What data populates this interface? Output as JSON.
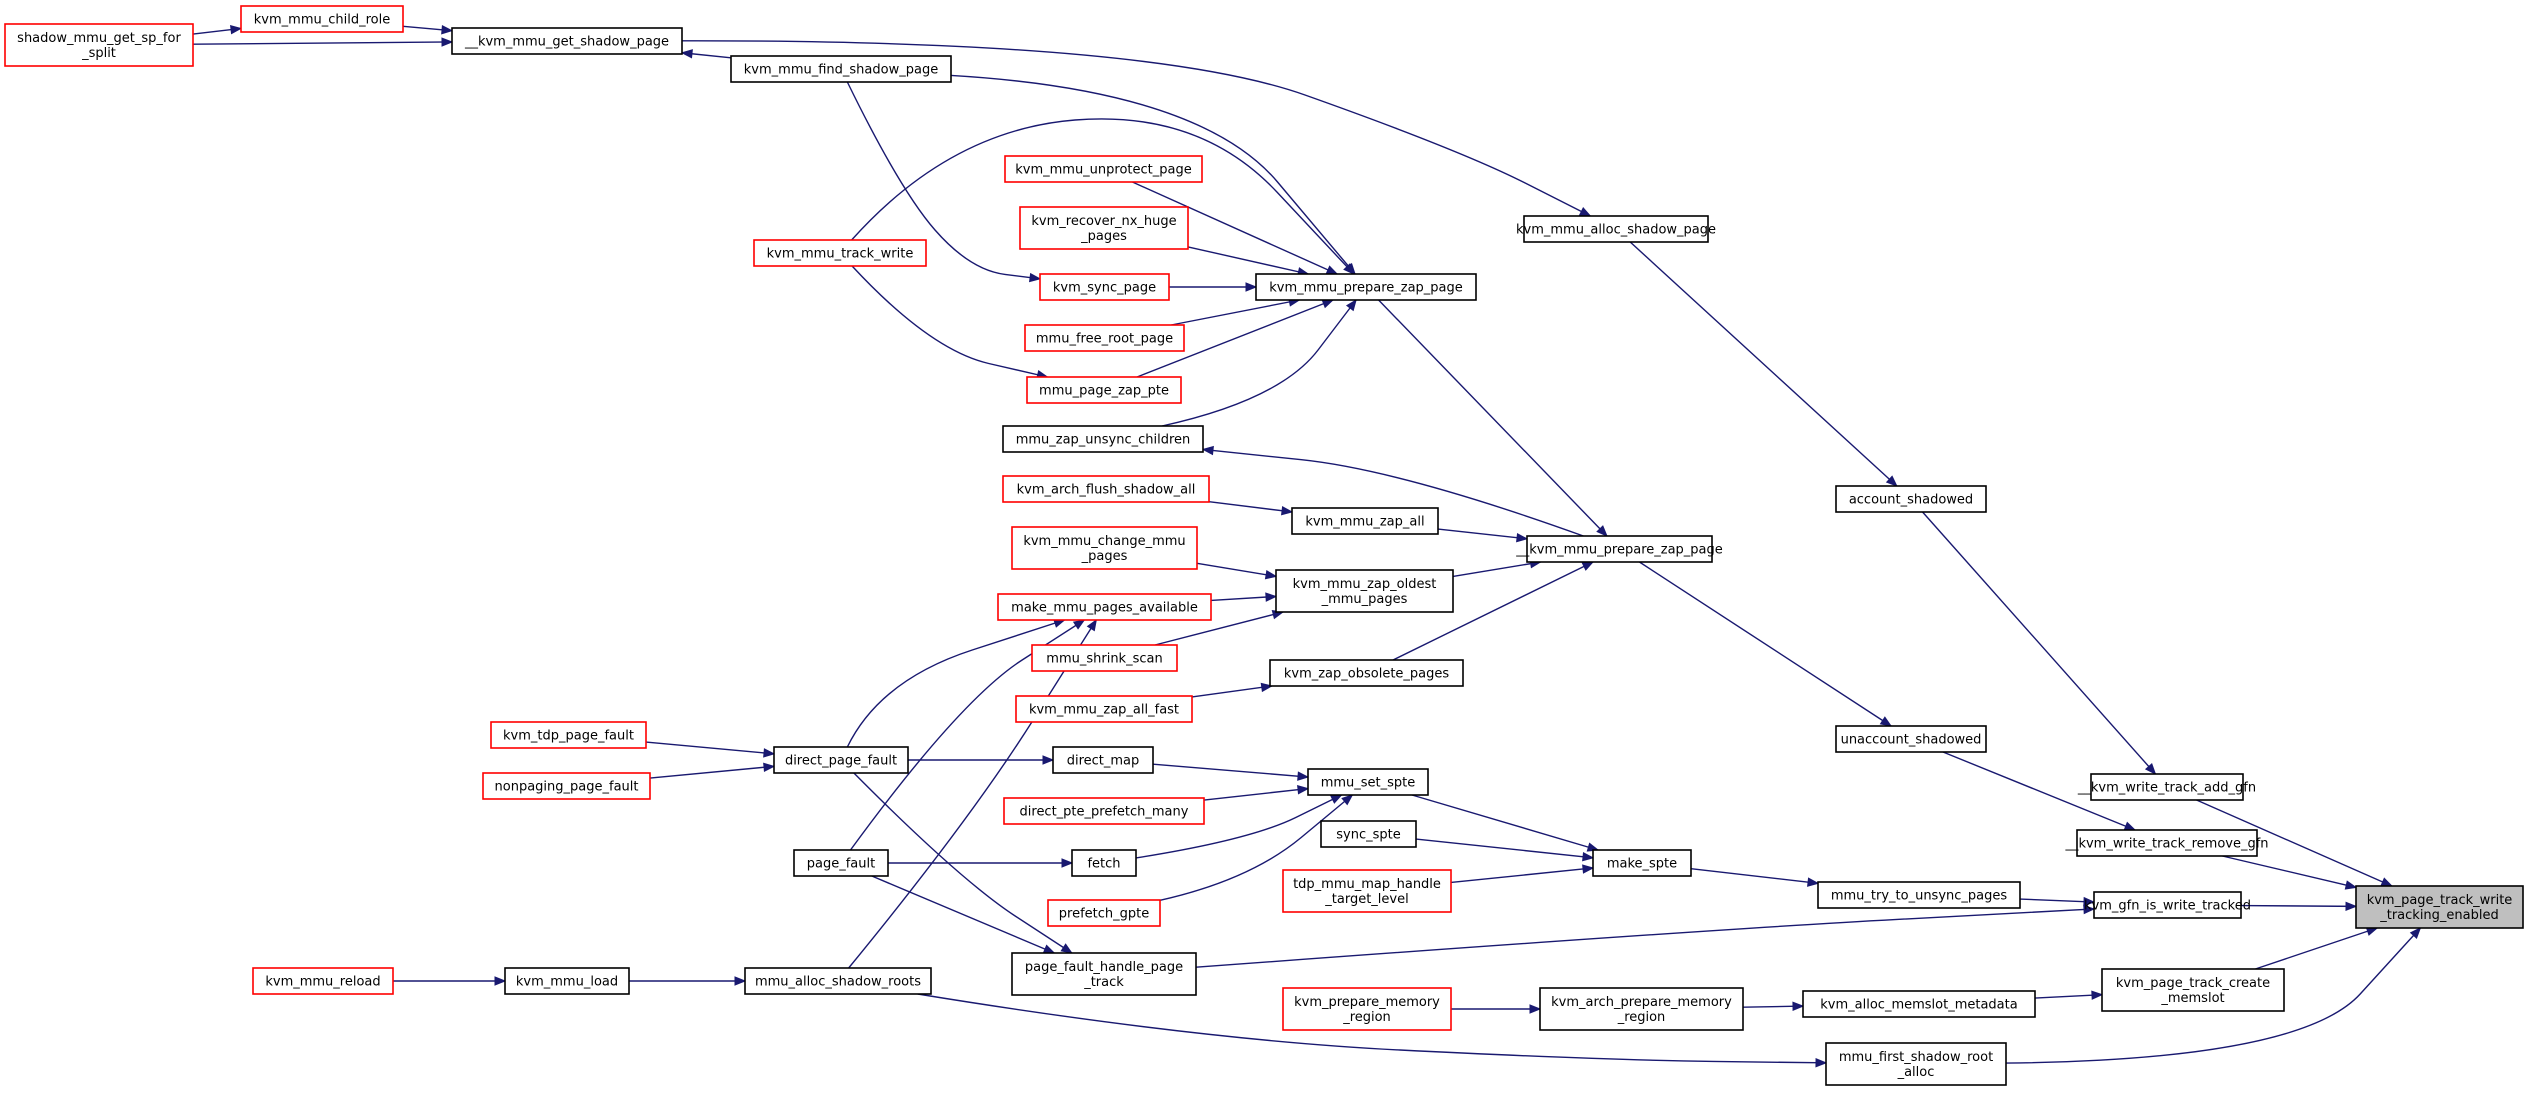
{
  "graph": {
    "colors": {
      "edge": "#191970",
      "linked_border": "#000000",
      "truncated_border": "#ff0000",
      "focus_fill": "#bfbfbf"
    },
    "nodes": [
      {
        "id": "n_target",
        "lines": [
          "kvm_page_track_write",
          "_tracking_enabled"
        ],
        "style": "focus"
      },
      {
        "id": "n_write_track_add",
        "lines": [
          "__kvm_write_track_add_gfn"
        ],
        "style": "linked"
      },
      {
        "id": "n_write_track_remove",
        "lines": [
          "__kvm_write_track_remove_gfn"
        ],
        "style": "linked"
      },
      {
        "id": "n_gfn_is_write_tracked",
        "lines": [
          "kvm_gfn_is_write_tracked"
        ],
        "style": "linked"
      },
      {
        "id": "n_page_track_create_memslot",
        "lines": [
          "kvm_page_track_create",
          "_memslot"
        ],
        "style": "linked"
      },
      {
        "id": "n_mmu_first_shadow_root_alloc",
        "lines": [
          "mmu_first_shadow_root",
          "_alloc"
        ],
        "style": "linked"
      },
      {
        "id": "n_account_shadowed",
        "lines": [
          "account_shadowed"
        ],
        "style": "linked"
      },
      {
        "id": "n_unaccount_shadowed",
        "lines": [
          "unaccount_shadowed"
        ],
        "style": "linked"
      },
      {
        "id": "n_mmu_try_to_unsync",
        "lines": [
          "mmu_try_to_unsync_pages"
        ],
        "style": "linked"
      },
      {
        "id": "n_alloc_memslot_metadata",
        "lines": [
          "kvm_alloc_memslot_metadata"
        ],
        "style": "linked"
      },
      {
        "id": "n_mmu_alloc_shadow_page",
        "lines": [
          "kvm_mmu_alloc_shadow_page"
        ],
        "style": "linked"
      },
      {
        "id": "n_kvm_mmu_prepare_zap_page_u",
        "lines": [
          "__kvm_mmu_prepare_zap_page"
        ],
        "style": "linked"
      },
      {
        "id": "n_make_spte",
        "lines": [
          "make_spte"
        ],
        "style": "linked"
      },
      {
        "id": "n_arch_prepare_memory_region",
        "lines": [
          "kvm_arch_prepare_memory",
          "_region"
        ],
        "style": "linked"
      },
      {
        "id": "n_kvm_mmu_get_shadow_page",
        "lines": [
          "__kvm_mmu_get_shadow_page"
        ],
        "style": "linked"
      },
      {
        "id": "n_kvm_mmu_prepare_zap_page",
        "lines": [
          "kvm_mmu_prepare_zap_page"
        ],
        "style": "linked"
      },
      {
        "id": "n_kvm_mmu_zap_all",
        "lines": [
          "kvm_mmu_zap_all"
        ],
        "style": "linked"
      },
      {
        "id": "n_kvm_mmu_zap_oldest",
        "lines": [
          "kvm_mmu_zap_oldest",
          "_mmu_pages"
        ],
        "style": "linked"
      },
      {
        "id": "n_kvm_zap_obsolete_pages",
        "lines": [
          "kvm_zap_obsolete_pages"
        ],
        "style": "linked"
      },
      {
        "id": "n_mmu_set_spte",
        "lines": [
          "mmu_set_spte"
        ],
        "style": "linked"
      },
      {
        "id": "n_sync_spte",
        "lines": [
          "sync_spte"
        ],
        "style": "linked"
      },
      {
        "id": "n_tdp_mmu_map_handle",
        "lines": [
          "tdp_mmu_map_handle",
          "_target_level"
        ],
        "style": "truncated"
      },
      {
        "id": "n_kvm_prepare_memory_region",
        "lines": [
          "kvm_prepare_memory",
          "_region"
        ],
        "style": "truncated"
      },
      {
        "id": "n_kvm_mmu_child_role",
        "lines": [
          "kvm_mmu_child_role"
        ],
        "style": "truncated"
      },
      {
        "id": "n_shadow_mmu_get_sp_for_split",
        "lines": [
          "shadow_mmu_get_sp_for",
          "_split"
        ],
        "style": "truncated"
      },
      {
        "id": "n_kvm_mmu_find_shadow_page",
        "lines": [
          "kvm_mmu_find_shadow_page"
        ],
        "style": "linked"
      },
      {
        "id": "n_kvm_mmu_unprotect_page",
        "lines": [
          "kvm_mmu_unprotect_page"
        ],
        "style": "truncated"
      },
      {
        "id": "n_kvm_recover_nx_huge_pages",
        "lines": [
          "kvm_recover_nx_huge",
          "_pages"
        ],
        "style": "truncated"
      },
      {
        "id": "n_kvm_sync_page",
        "lines": [
          "kvm_sync_page"
        ],
        "style": "truncated"
      },
      {
        "id": "n_mmu_free_root_page",
        "lines": [
          "mmu_free_root_page"
        ],
        "style": "truncated"
      },
      {
        "id": "n_mmu_page_zap_pte",
        "lines": [
          "mmu_page_zap_pte"
        ],
        "style": "truncated"
      },
      {
        "id": "n_mmu_zap_unsync_children",
        "lines": [
          "mmu_zap_unsync_children"
        ],
        "style": "linked"
      },
      {
        "id": "n_kvm_mmu_track_write",
        "lines": [
          "kvm_mmu_track_write"
        ],
        "style": "truncated"
      },
      {
        "id": "n_kvm_arch_flush_shadow_all",
        "lines": [
          "kvm_arch_flush_shadow_all"
        ],
        "style": "truncated"
      },
      {
        "id": "n_kvm_mmu_change_mmu_pages",
        "lines": [
          "kvm_mmu_change_mmu",
          "_pages"
        ],
        "style": "truncated"
      },
      {
        "id": "n_make_mmu_pages_available",
        "lines": [
          "make_mmu_pages_available"
        ],
        "style": "truncated"
      },
      {
        "id": "n_mmu_shrink_scan",
        "lines": [
          "mmu_shrink_scan"
        ],
        "style": "truncated"
      },
      {
        "id": "n_kvm_mmu_zap_all_fast",
        "lines": [
          "kvm_mmu_zap_all_fast"
        ],
        "style": "truncated"
      },
      {
        "id": "n_direct_map",
        "lines": [
          "direct_map"
        ],
        "style": "linked"
      },
      {
        "id": "n_direct_pte_prefetch_many",
        "lines": [
          "direct_pte_prefetch_many"
        ],
        "style": "truncated"
      },
      {
        "id": "n_fetch",
        "lines": [
          "fetch"
        ],
        "style": "linked"
      },
      {
        "id": "n_prefetch_gpte",
        "lines": [
          "prefetch_gpte"
        ],
        "style": "truncated"
      },
      {
        "id": "n_direct_page_fault",
        "lines": [
          "direct_page_fault"
        ],
        "style": "linked"
      },
      {
        "id": "n_page_fault",
        "lines": [
          "page_fault"
        ],
        "style": "linked"
      },
      {
        "id": "n_page_fault_handle_page_track",
        "lines": [
          "page_fault_handle_page",
          "_track"
        ],
        "style": "linked"
      },
      {
        "id": "n_mmu_alloc_shadow_roots",
        "lines": [
          "mmu_alloc_shadow_roots"
        ],
        "style": "linked"
      },
      {
        "id": "n_kvm_mmu_load",
        "lines": [
          "kvm_mmu_load"
        ],
        "style": "linked"
      },
      {
        "id": "n_kvm_mmu_reload",
        "lines": [
          "kvm_mmu_reload"
        ],
        "style": "truncated"
      },
      {
        "id": "n_kvm_tdp_page_fault",
        "lines": [
          "kvm_tdp_page_fault"
        ],
        "style": "truncated"
      },
      {
        "id": "n_nonpaging_page_fault",
        "lines": [
          "nonpaging_page_fault"
        ],
        "style": "truncated"
      }
    ],
    "edges": [
      {
        "from": "n_write_track_add",
        "to": "n_target"
      },
      {
        "from": "n_write_track_remove",
        "to": "n_target"
      },
      {
        "from": "n_gfn_is_write_tracked",
        "to": "n_target"
      },
      {
        "from": "n_page_track_create_memslot",
        "to": "n_target"
      },
      {
        "from": "n_mmu_first_shadow_root_alloc",
        "to": "n_target"
      },
      {
        "from": "n_account_shadowed",
        "to": "n_write_track_add"
      },
      {
        "from": "n_unaccount_shadowed",
        "to": "n_write_track_remove"
      },
      {
        "from": "n_mmu_try_to_unsync",
        "to": "n_gfn_is_write_tracked"
      },
      {
        "from": "n_page_fault_handle_page_track",
        "to": "n_gfn_is_write_tracked"
      },
      {
        "from": "n_alloc_memslot_metadata",
        "to": "n_page_track_create_memslot"
      },
      {
        "from": "n_mmu_alloc_shadow_roots",
        "to": "n_mmu_first_shadow_root_alloc"
      },
      {
        "from": "n_mmu_alloc_shadow_page",
        "to": "n_account_shadowed"
      },
      {
        "from": "n_kvm_mmu_prepare_zap_page_u",
        "to": "n_unaccount_shadowed"
      },
      {
        "from": "n_make_spte",
        "to": "n_mmu_try_to_unsync"
      },
      {
        "from": "n_arch_prepare_memory_region",
        "to": "n_alloc_memslot_metadata"
      },
      {
        "from": "n_kvm_mmu_get_shadow_page",
        "to": "n_mmu_alloc_shadow_page"
      },
      {
        "from": "n_kvm_mmu_prepare_zap_page",
        "to": "n_kvm_mmu_prepare_zap_page_u"
      },
      {
        "from": "n_kvm_mmu_zap_all",
        "to": "n_kvm_mmu_prepare_zap_page_u"
      },
      {
        "from": "n_kvm_mmu_zap_oldest",
        "to": "n_kvm_mmu_prepare_zap_page_u"
      },
      {
        "from": "n_kvm_zap_obsolete_pages",
        "to": "n_kvm_mmu_prepare_zap_page_u"
      },
      {
        "from": "n_kvm_mmu_prepare_zap_page_u",
        "to": "n_mmu_zap_unsync_children"
      },
      {
        "from": "n_mmu_set_spte",
        "to": "n_make_spte"
      },
      {
        "from": "n_sync_spte",
        "to": "n_make_spte"
      },
      {
        "from": "n_tdp_mmu_map_handle",
        "to": "n_make_spte"
      },
      {
        "from": "n_kvm_prepare_memory_region",
        "to": "n_arch_prepare_memory_region"
      },
      {
        "from": "n_kvm_mmu_child_role",
        "to": "n_kvm_mmu_get_shadow_page"
      },
      {
        "from": "n_shadow_mmu_get_sp_for_split",
        "to": "n_kvm_mmu_get_shadow_page"
      },
      {
        "from": "n_shadow_mmu_get_sp_for_split",
        "to": "n_kvm_mmu_child_role"
      },
      {
        "from": "n_kvm_mmu_find_shadow_page",
        "to": "n_kvm_mmu_get_shadow_page"
      },
      {
        "from": "n_kvm_mmu_find_shadow_page",
        "to": "n_kvm_mmu_prepare_zap_page"
      },
      {
        "from": "n_kvm_mmu_find_shadow_page",
        "to": "n_kvm_sync_page"
      },
      {
        "from": "n_kvm_mmu_unprotect_page",
        "to": "n_kvm_mmu_prepare_zap_page"
      },
      {
        "from": "n_kvm_recover_nx_huge_pages",
        "to": "n_kvm_mmu_prepare_zap_page"
      },
      {
        "from": "n_kvm_sync_page",
        "to": "n_kvm_mmu_prepare_zap_page"
      },
      {
        "from": "n_mmu_free_root_page",
        "to": "n_kvm_mmu_prepare_zap_page"
      },
      {
        "from": "n_mmu_page_zap_pte",
        "to": "n_kvm_mmu_prepare_zap_page"
      },
      {
        "from": "n_mmu_zap_unsync_children",
        "to": "n_kvm_mmu_prepare_zap_page"
      },
      {
        "from": "n_kvm_mmu_track_write",
        "to": "n_kvm_mmu_prepare_zap_page"
      },
      {
        "from": "n_kvm_mmu_track_write",
        "to": "n_mmu_page_zap_pte"
      },
      {
        "from": "n_kvm_arch_flush_shadow_all",
        "to": "n_kvm_mmu_zap_all"
      },
      {
        "from": "n_kvm_mmu_change_mmu_pages",
        "to": "n_kvm_mmu_zap_oldest"
      },
      {
        "from": "n_make_mmu_pages_available",
        "to": "n_kvm_mmu_zap_oldest"
      },
      {
        "from": "n_mmu_shrink_scan",
        "to": "n_kvm_mmu_zap_oldest"
      },
      {
        "from": "n_kvm_mmu_zap_all_fast",
        "to": "n_kvm_zap_obsolete_pages"
      },
      {
        "from": "n_direct_map",
        "to": "n_mmu_set_spte"
      },
      {
        "from": "n_direct_pte_prefetch_many",
        "to": "n_mmu_set_spte"
      },
      {
        "from": "n_fetch",
        "to": "n_mmu_set_spte"
      },
      {
        "from": "n_prefetch_gpte",
        "to": "n_mmu_set_spte"
      },
      {
        "from": "n_direct_page_fault",
        "to": "n_direct_map"
      },
      {
        "from": "n_direct_page_fault",
        "to": "n_make_mmu_pages_available"
      },
      {
        "from": "n_direct_page_fault",
        "to": "n_page_fault_handle_page_track"
      },
      {
        "from": "n_page_fault",
        "to": "n_fetch"
      },
      {
        "from": "n_page_fault",
        "to": "n_make_mmu_pages_available"
      },
      {
        "from": "n_page_fault",
        "to": "n_page_fault_handle_page_track"
      },
      {
        "from": "n_mmu_alloc_shadow_roots",
        "to": "n_make_mmu_pages_available"
      },
      {
        "from": "n_kvm_mmu_load",
        "to": "n_mmu_alloc_shadow_roots"
      },
      {
        "from": "n_kvm_mmu_reload",
        "to": "n_kvm_mmu_load"
      },
      {
        "from": "n_kvm_tdp_page_fault",
        "to": "n_direct_page_fault"
      },
      {
        "from": "n_nonpaging_page_fault",
        "to": "n_direct_page_fault"
      }
    ]
  }
}
